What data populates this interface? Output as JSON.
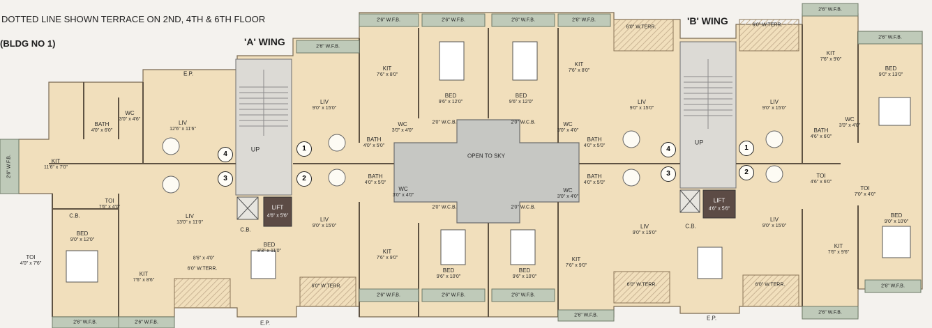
{
  "header": {
    "note": "DOTTED LINE SHOWN TERRACE ON 2ND, 4TH & 6TH FLOOR",
    "building": "(BLDG NO 1)",
    "wing_a": "'A' WING",
    "wing_b": "'B' WING"
  },
  "labels": {
    "open_to_sky": "OPEN TO SKY",
    "up": "UP",
    "lift": "LIFT",
    "lift_dim": "4'6\" x 5'6\"",
    "cb": "C.B.",
    "ep": "E.P.",
    "wfb": "2'6\" W.F.B.",
    "wcb": "2'0\" W.C.B.",
    "terr": "6'0\" W.TERR.",
    "small_dim": "8'6\" x 4'0\""
  },
  "unit_numbers": [
    "1",
    "2",
    "3",
    "4"
  ],
  "rooms": {
    "liv_a4": {
      "name": "LIV",
      "dim": "12'6\" x 11'6\""
    },
    "kit_a4": {
      "name": "KIT",
      "dim": "11'6\" x 7'0\""
    },
    "bath_a4": {
      "name": "BATH",
      "dim": "4'0\" x 6'0\""
    },
    "wc_a4": {
      "name": "WC",
      "dim": "3'0\" x 4'6\""
    },
    "liv_a3": {
      "name": "LIV",
      "dim": "13'0\" x 11'0\""
    },
    "toi_a3": {
      "name": "TOI",
      "dim": "7'6\" x 4'0\""
    },
    "bed_a3": {
      "name": "BED",
      "dim": "9'0\" x 12'0\""
    },
    "toi_a3b": {
      "name": "TOI",
      "dim": "4'0\" x 7'6\""
    },
    "kit_a3": {
      "name": "KIT",
      "dim": "7'6\" x 8'6\""
    },
    "bed_a3b": {
      "name": "BED",
      "dim": "8'3\" x 11'0\""
    },
    "liv_a1": {
      "name": "LIV",
      "dim": "9'0\" x 15'0\""
    },
    "kit_a1": {
      "name": "KIT",
      "dim": "7'6\" x 8'0\""
    },
    "bed_a1": {
      "name": "BED",
      "dim": "9'6\" x 12'0\""
    },
    "bath_a1": {
      "name": "BATH",
      "dim": "4'0\" x 5'0\""
    },
    "wc_a1": {
      "name": "WC",
      "dim": "3'0\" x 4'0\""
    },
    "liv_a2": {
      "name": "LIV",
      "dim": "9'0\" x 15'0\""
    },
    "bath_a2": {
      "name": "BATH",
      "dim": "4'0\" x 5'0\""
    },
    "wc_a2": {
      "name": "WC",
      "dim": "3'0\" x 4'0\""
    },
    "kit_a2": {
      "name": "KIT",
      "dim": "7'6\" x 9'0\""
    },
    "bed_a2": {
      "name": "BED",
      "dim": "9'6\" x 10'0\""
    },
    "bed_b4": {
      "name": "BED",
      "dim": "9'6\" x 12'0\""
    },
    "kit_b4": {
      "name": "KIT",
      "dim": "7'6\" x 8'0\""
    },
    "liv_b4": {
      "name": "LIV",
      "dim": "9'0\" x 15'0\""
    },
    "wc_b4": {
      "name": "WC",
      "dim": "3'0\" x 4'0\""
    },
    "bath_b4": {
      "name": "BATH",
      "dim": "4'0\" x 5'0\""
    },
    "bath_b3": {
      "name": "BATH",
      "dim": "4'0\" x 5'0\""
    },
    "wc_b3": {
      "name": "WC",
      "dim": "3'0\" x 4'0\""
    },
    "bed_b3": {
      "name": "BED",
      "dim": "9'6\" x 10'0\""
    },
    "liv_b3": {
      "name": "LIV",
      "dim": "9'0\" x 15'0\""
    },
    "kit_b3": {
      "name": "KIT",
      "dim": "7'6\" x 9'0\""
    },
    "liv_b1": {
      "name": "LIV",
      "dim": "9'0\" x 15'0\""
    },
    "kit_b1": {
      "name": "KIT",
      "dim": "7'6\" x 9'0\""
    },
    "bed_b1": {
      "name": "BED",
      "dim": "9'0\" x 13'0\""
    },
    "bath_b1": {
      "name": "BATH",
      "dim": "4'6\" x 6'0\""
    },
    "wc_b1": {
      "name": "WC",
      "dim": "3'0\" x 4'0\""
    },
    "toi_b2": {
      "name": "TOI",
      "dim": "4'6\" x 6'0\""
    },
    "toi_b2b": {
      "name": "TOI",
      "dim": "7'0\" x 4'0\""
    },
    "liv_b2": {
      "name": "LIV",
      "dim": "9'0\" x 15'0\""
    },
    "kit_b2": {
      "name": "KIT",
      "dim": "7'6\" x 9'6\""
    },
    "bed_b2": {
      "name": "BED",
      "dim": "9'0\" x 10'0\""
    }
  }
}
